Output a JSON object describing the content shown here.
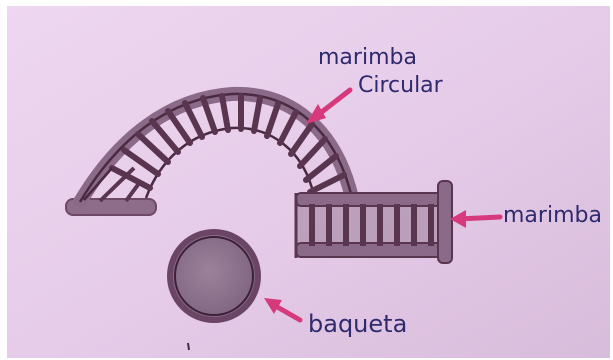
{
  "labels": {
    "circular_line1": "marimba",
    "circular_line2": "Circular",
    "straight": "marimba",
    "mallet": "baqueta"
  },
  "colors": {
    "paper": "#e7cfea",
    "paper_dark": "#d9bfdc",
    "ink": "#5b3450",
    "ink_dark": "#3d2036",
    "fill": "#8a6d88",
    "arrow": "#d63a7c",
    "text": "#2f2a6e"
  }
}
